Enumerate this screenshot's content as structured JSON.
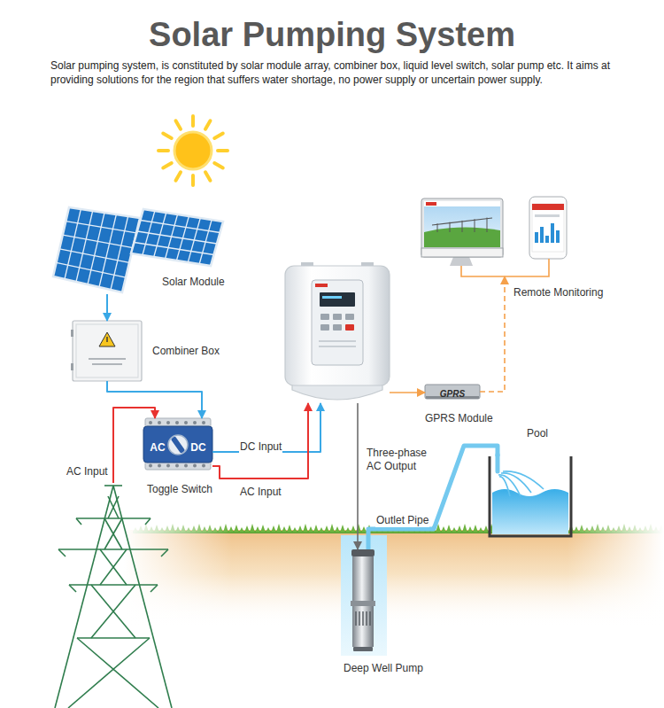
{
  "diagram": {
    "title": "Solar Pumping System",
    "caption": "Solar pumping system, is constituted by solar module array, combiner box, liquid level switch, solar pump etc. It aims at providing solutions for the region that suffers water shortage, no power supply or uncertain power supply.",
    "nodes": [
      {
        "text": [
          "Solar Module"
        ]
      },
      {
        "text": [
          "Combiner Box"
        ]
      },
      {
        "text": []
      },
      {
        "text": [
          "AC",
          "DC",
          "Toggle Switch"
        ]
      },
      {
        "text": []
      },
      {
        "text": [
          "GPRS",
          "GPRS Module"
        ]
      },
      {
        "text": [
          "Remote Monitoring"
        ]
      },
      {
        "text": [
          "Deep Well Pump"
        ]
      },
      {
        "text": [
          "Pool"
        ]
      }
    ],
    "edges": [
      {
        "from": 0,
        "to": 1,
        "arrow": "to"
      },
      {
        "from": 1,
        "to": 3,
        "arrow": "to"
      },
      {
        "from": 2,
        "to": 3,
        "label": "AC Input",
        "arrow": "to"
      },
      {
        "from": 3,
        "to": 4,
        "label": "DC Input",
        "arrow": "to"
      },
      {
        "from": 3,
        "to": 4,
        "label": "AC Input",
        "arrow": "to"
      },
      {
        "from": 4,
        "to": 7,
        "label": "Three-phase AC Output",
        "arrow": "to"
      },
      {
        "from": 4,
        "to": 5,
        "arrow": "to"
      },
      {
        "from": 5,
        "to": 6,
        "arrow": "to"
      },
      {
        "from": 7,
        "to": 8,
        "label": "Outlet Pipe",
        "arrow": "none"
      }
    ]
  }
}
